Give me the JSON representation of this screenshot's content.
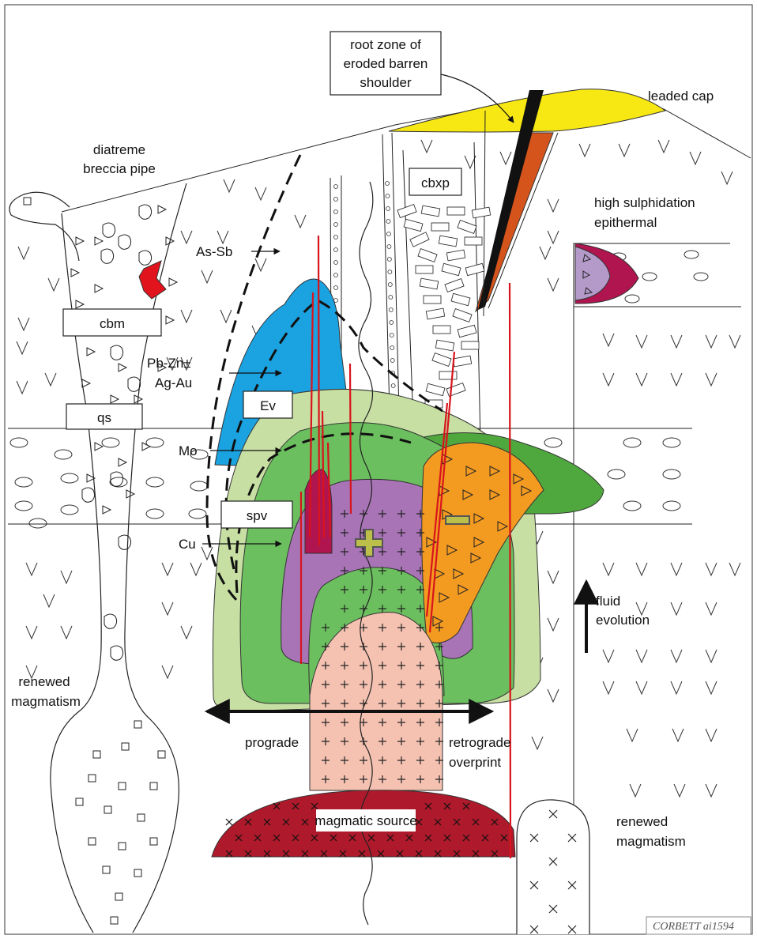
{
  "labels": {
    "root_zone": [
      "root zone of",
      "eroded barren",
      "shoulder"
    ],
    "leaded_cap": "leaded cap",
    "diatreme": [
      "diatreme",
      "breccia pipe"
    ],
    "cbxp": "cbxp",
    "high_sulph": [
      "high sulphidation",
      "epithermal"
    ],
    "as_sb": "As-Sb",
    "cbm": "cbm",
    "pb_zn": [
      "Pb-Zn±",
      "Ag-Au"
    ],
    "ev": "Ev",
    "qs": "qs",
    "mo": "Mo",
    "spv": "spv",
    "cu": "Cu",
    "fluid_evolution": [
      "fluid",
      "evolution"
    ],
    "renewed_left": [
      "renewed",
      "magmatism"
    ],
    "prograde": "prograde",
    "retrograde": [
      "retrograde",
      "overprint"
    ],
    "renewed_right": [
      "renewed",
      "magmatism"
    ],
    "magmatic_source": "magmatic source",
    "signature": "CORBETT   ai1594"
  },
  "colors": {
    "leaded_cap": "#f7e813",
    "shoulder_orange": "#d4541c",
    "shoulder_black": "#111111",
    "blue_halo": "#1ba2e0",
    "light_green": "#c7dfa3",
    "mid_green": "#6cbf5f",
    "dark_green": "#4fa83e",
    "purple": "#a874b6",
    "orange_breccia": "#f39a21",
    "salmon_stock": "#f5c2b2",
    "magma_red": "#ae1a2b",
    "vein_red": "#d8141c",
    "hs_purple": "#b49ac9",
    "hs_magenta": "#b0154f",
    "plus_olive": "#bcbf4a"
  },
  "icons": {
    "potassic_marker": "plus-symbol",
    "sericitic_marker": "minus-symbol",
    "altered_rock_symbol": "v-marks",
    "sediment_symbol": "ellipse-marks",
    "intrusion_symbol": "plus-marks",
    "breccia_symbol": "triangle-marks",
    "magma_symbol": "x-marks"
  }
}
